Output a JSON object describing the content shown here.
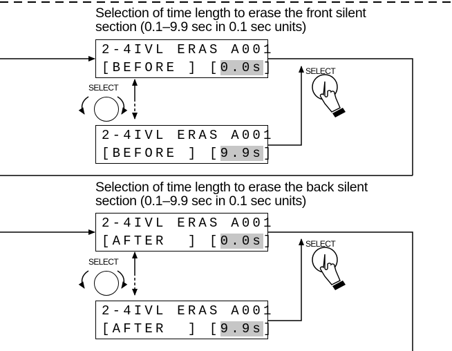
{
  "sections": [
    {
      "caption_line1": "Selection of time length to erase the front silent",
      "caption_line2": "section (0.1–9.9 sec in 0.1 sec units)",
      "display_top": {
        "line1": "2-4IVL ERAS A001",
        "line2_text": "[BEFORE ] [",
        "line2_value": "0.0s",
        "line2_close": "]"
      },
      "display_bottom": {
        "line1": "2-4IVL ERAS A001",
        "line2_text": "[BEFORE ] [",
        "line2_value": "9.9s",
        "line2_close": "]"
      },
      "knob_label": "SELECT",
      "button_label": "SELECT"
    },
    {
      "caption_line1": "Selection of time length to erase the back silent",
      "caption_line2": "section (0.1–9.9 sec in 0.1 sec units)",
      "display_top": {
        "line1": "2-4IVL ERAS A001",
        "line2_text": "[AFTER  ] [",
        "line2_value": "0.0s",
        "line2_close": "]"
      },
      "display_bottom": {
        "line1": "2-4IVL ERAS A001",
        "line2_text": "[AFTER  ] [",
        "line2_value": "9.9s",
        "line2_close": "]"
      },
      "knob_label": "SELECT",
      "button_label": "SELECT"
    }
  ],
  "colors": {
    "line": "#000000",
    "highlight": "#c6c6c6"
  },
  "icons": {
    "knob": "rotary-knob-icon",
    "button": "select-button-hand-icon"
  }
}
